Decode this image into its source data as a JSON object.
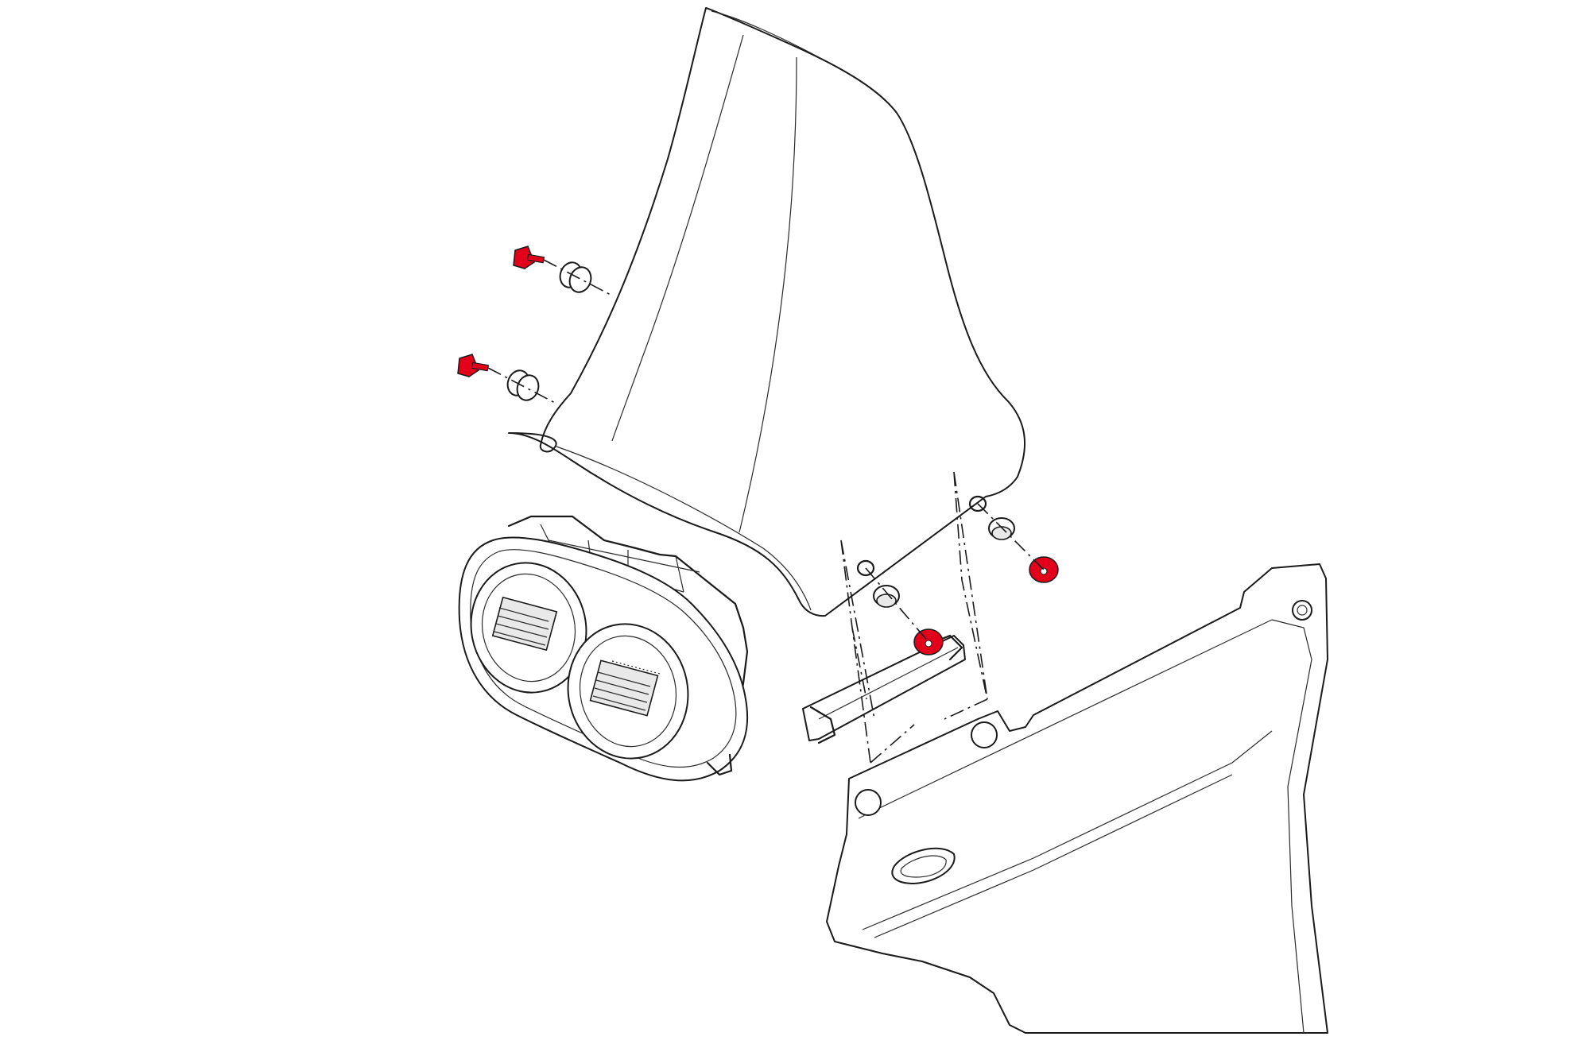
{
  "diagram": {
    "view": "exploded-assembly",
    "parts": [
      "windscreen",
      "headlight-assembly",
      "side-fairing-panel",
      "mounting-bracket",
      "upper-screws",
      "lower-nuts",
      "rubber-grommets"
    ],
    "colors": {
      "highlight": "#e3001b",
      "line": "#1a1a1a",
      "background": "#ffffff"
    },
    "highlighted_parts": [
      "upper-screws",
      "lower-nuts"
    ]
  }
}
